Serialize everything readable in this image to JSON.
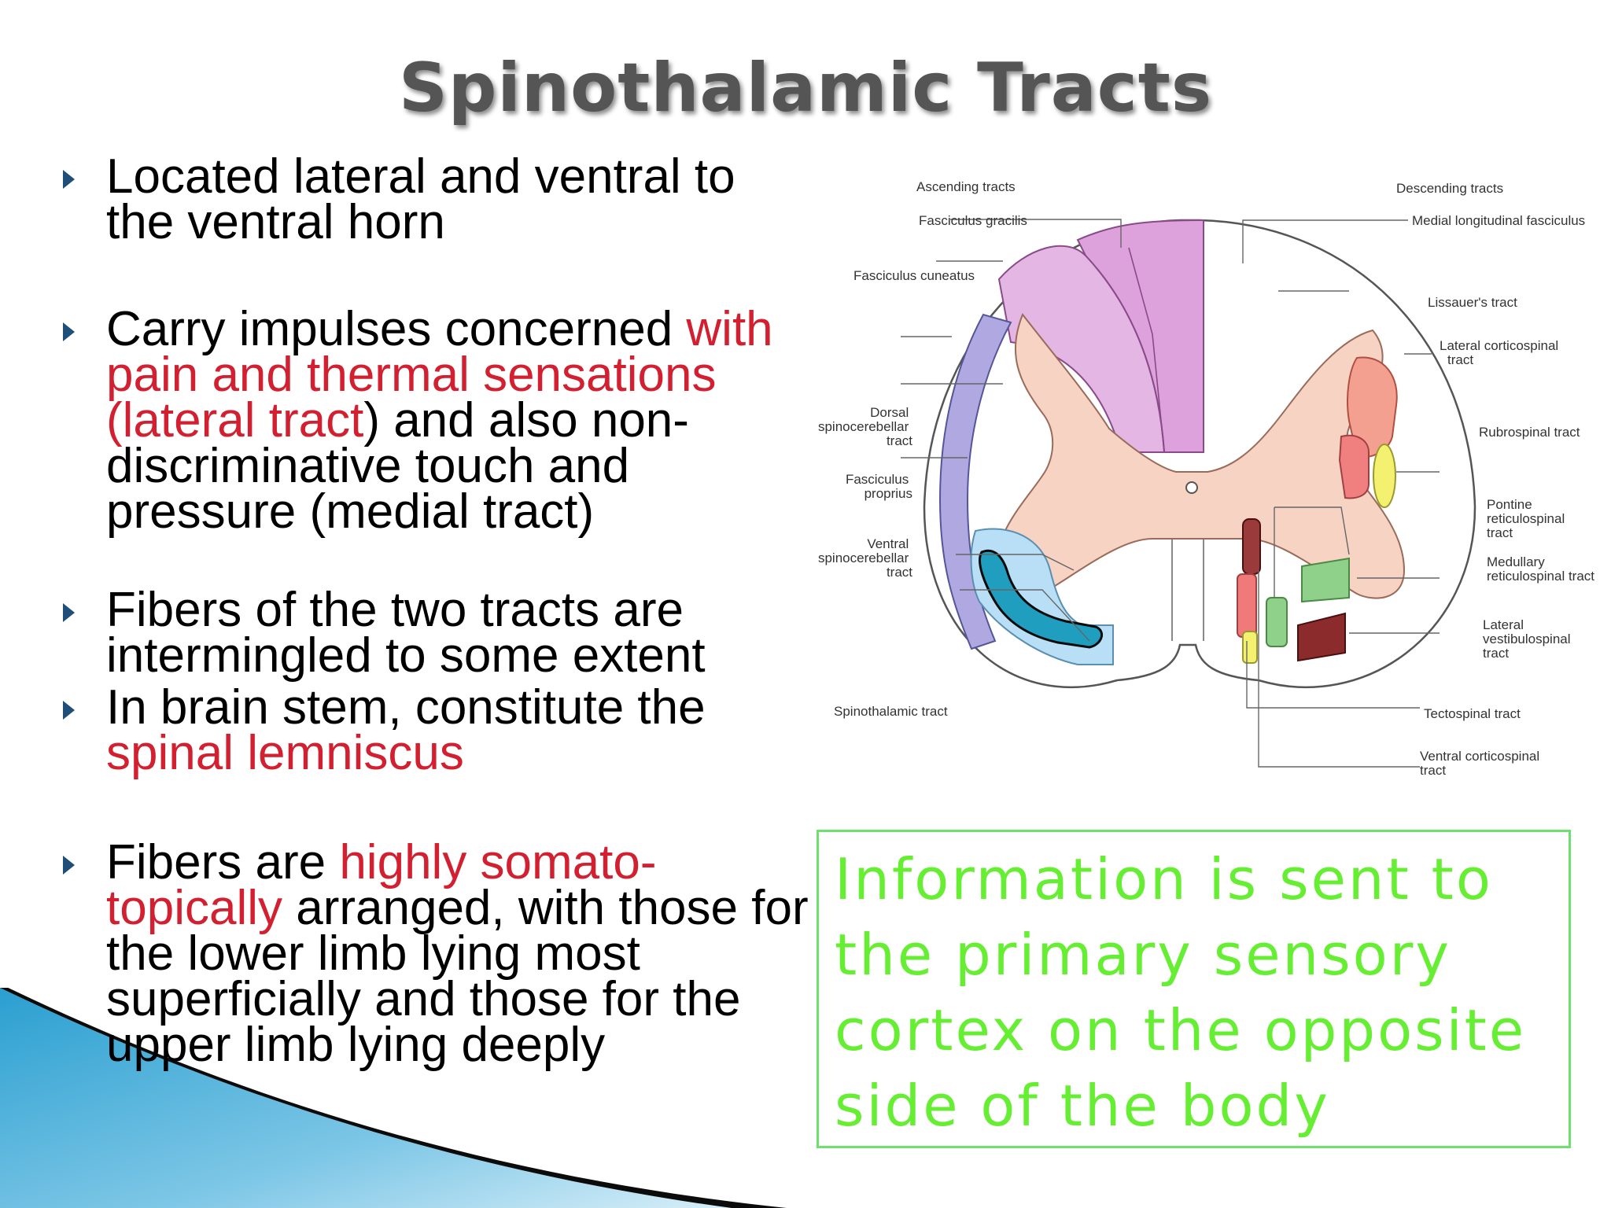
{
  "title": "Spinothalamic Tracts",
  "bullets": [
    {
      "pre": "Located lateral and ventral to the ventral horn"
    },
    {
      "pre": "Carry impulses concerned ",
      "red": "with pain and thermal sensations (lateral tract",
      "post": ") and also non- discriminative touch and pressure (medial tract)"
    },
    {
      "pre": "Fibers of the two tracts are intermingled to some extent"
    },
    {
      "pre": "In brain stem, constitute the ",
      "red": "spinal lemniscus"
    },
    {
      "pre": "Fibers are ",
      "red": "highly somato-topically",
      "post": " arranged, with those for the lower limb lying most superficially and those for the upper limb lying deeply"
    }
  ],
  "diagram": {
    "ascending_header": "Ascending tracts",
    "descending_header": "Descending tracts",
    "labels": {
      "fasciculus_gracilis": "Fasciculus gracilis",
      "fasciculus_cuneatus": "Fasciculus cuneatus",
      "dorsal_spinocerebellar": [
        "Dorsal",
        "spinocerebellar",
        "tract"
      ],
      "fasciculus_proprius": [
        "Fasciculus",
        "proprius"
      ],
      "ventral_spinocerebellar": [
        "Ventral",
        "spinocerebellar",
        "tract"
      ],
      "spinothalamic": "Spinothalamic tract",
      "medial_longitudinal": "Medial longitudinal fasciculus",
      "lissauer": "Lissauer's tract",
      "lateral_corticospinal": [
        "Lateral corticospinal",
        "tract"
      ],
      "rubrospinal": "Rubrospinal tract",
      "pontine_reticulospinal": [
        "Pontine",
        "reticulospinal",
        "tract"
      ],
      "medullary_reticulospinal": [
        "Medullary",
        "reticulospinal tract"
      ],
      "lateral_vestibulospinal": [
        "Lateral",
        "vestibulospinal",
        "tract"
      ],
      "tectospinal": "Tectospinal tract",
      "ventral_corticospinal": [
        "Ventral corticospinal",
        "tract"
      ]
    }
  },
  "infobox": "Information is sent to the primary sensory cortex on the opposite side of the body",
  "colors": {
    "title": "#555555",
    "red_text": "#d32030",
    "info_text": "#66ee33",
    "info_border": "#6ee06e",
    "bullet_marker": "#1f4e79",
    "decor_blue": "#2a9fd0"
  }
}
